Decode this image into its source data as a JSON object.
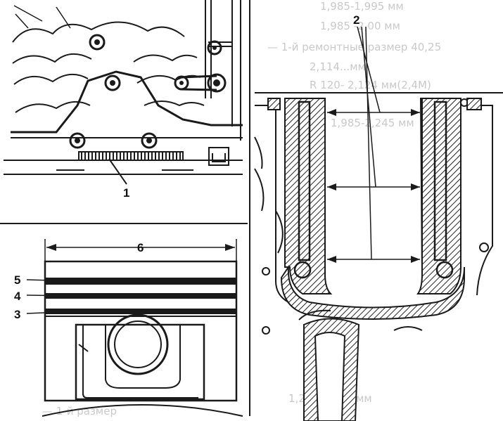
{
  "callouts": {
    "c1": "1",
    "c2": "2",
    "c3": "3",
    "c4": "4",
    "c5": "5",
    "c6": "6"
  },
  "background_text": [
    "1,985-1,995 мм",
    "1,985 -2,00 мм",
    "— 1-й ремонтные размер 40,25",
    "2,114...мм",
    "R 120- 2,124 мм(2,4М)",
    "1,985-2,245 мм",
    "1,245-2,251 мм",
    "— 1-й размер"
  ],
  "colors": {
    "ink": "#1a1a1a",
    "paper": "#ffffff",
    "hatch": "#222222",
    "ghost_text": "#c9c9c9"
  }
}
